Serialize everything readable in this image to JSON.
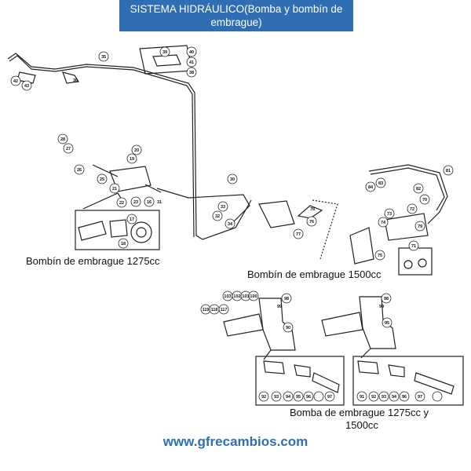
{
  "title": "SISTEMA HIDRÁULICO(Bomba y bombín de embrague)",
  "captions": {
    "slave_1275": "Bombín de embrague 1275cc",
    "slave_1500": "Bombín de embrague 1500cc",
    "master_line1": "Bomba de embrague 1275cc y",
    "master_line2": "1500cc"
  },
  "website": "www.gfrecambios.com",
  "colors": {
    "banner": "#2f6eb3",
    "website": "#2f6eb3",
    "line": "#222222"
  },
  "part_numbers": {
    "top_pipe": [
      "35",
      "39",
      "40",
      "41",
      "38",
      "42",
      "43",
      "36"
    ],
    "slave_1275": [
      "28",
      "27",
      "20",
      "19",
      "26",
      "25",
      "21",
      "22",
      "23",
      "16",
      "31",
      "30",
      "17",
      "18"
    ],
    "center": [
      "33",
      "32",
      "34"
    ],
    "slave_1500": [
      "81",
      "84",
      "83",
      "82",
      "70",
      "71",
      "72",
      "73",
      "74",
      "75",
      "76",
      "77",
      "78",
      "79"
    ],
    "master_left": [
      "98",
      "99",
      "103",
      "102",
      "101",
      "100",
      "119",
      "118",
      "117",
      "90",
      "92",
      "93",
      "94",
      "95",
      "96",
      "97"
    ],
    "master_right": [
      "99",
      "98",
      "95",
      "91",
      "92",
      "93",
      "94",
      "96",
      "97"
    ]
  }
}
